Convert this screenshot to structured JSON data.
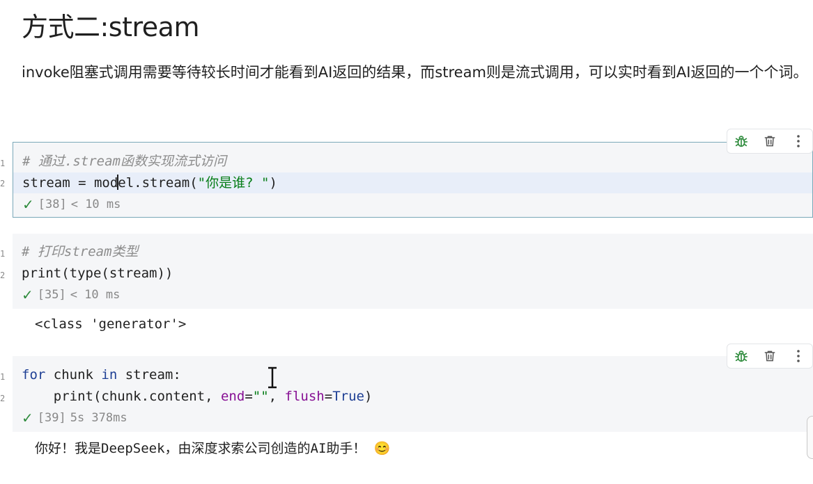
{
  "heading": "方式二:stream",
  "paragraph": "invoke阻塞式调用需要等待较长时间才能看到AI返回的结果，而stream则是流式调用，可以实时看到AI返回的一个个词。",
  "cells": [
    {
      "lines": [
        {
          "num": "1",
          "comment": "# 通过.stream函数实现流式访问"
        },
        {
          "num": "2",
          "pre": "stream = mod",
          "post": "el.stream(",
          "str": "\"你是谁? \"",
          "end": ")"
        }
      ],
      "status_count": "[38]",
      "status_time": "< 10 ms"
    },
    {
      "lines": [
        {
          "num": "1",
          "comment": "# 打印stream类型"
        },
        {
          "num": "2",
          "code": "print(type(stream))"
        }
      ],
      "status_count": "[35]",
      "status_time": "< 10 ms",
      "output": "<class 'generator'>"
    },
    {
      "lines": [
        {
          "num": "1",
          "kw1": "for",
          "mid1": " chunk ",
          "kw2": "in",
          "mid2": " stream:"
        },
        {
          "num": "2",
          "a": "    print(chunk.content, ",
          "p1": "end",
          "b": "=",
          "s1": "\"\"",
          "c": ", ",
          "p2": "flush",
          "d": "=",
          "k": "True",
          "e": ")"
        }
      ],
      "status_count": "[39]",
      "status_time": "5s 378ms",
      "output": "你好！我是DeepSeek，由深度求索公司创造的AI助手！",
      "emoji": "😊"
    }
  ],
  "toolbar": {
    "icons": [
      "bug-icon",
      "trash-icon",
      "more-vertical-icon"
    ]
  },
  "colors": {
    "check": "#2e8b3c",
    "toolbar_icon": "#2e8b3c",
    "cell_bg": "#f5f6f8",
    "selected_border": "#7aa8b8"
  }
}
